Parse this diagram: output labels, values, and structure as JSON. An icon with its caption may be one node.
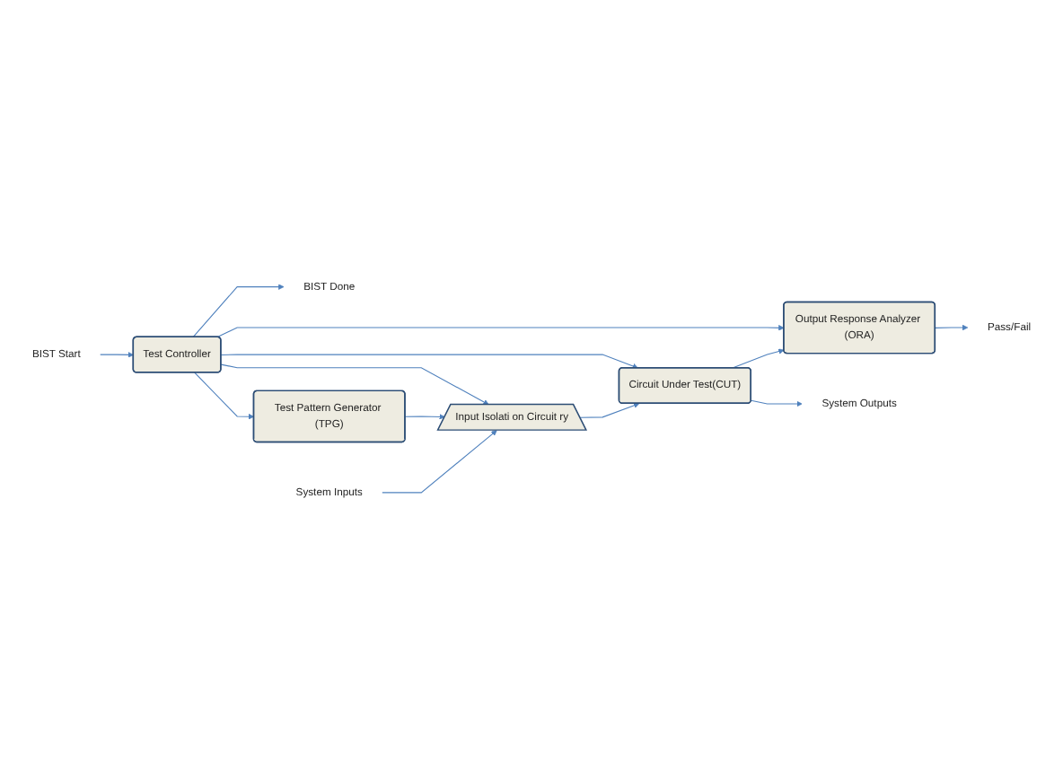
{
  "diagram": {
    "nodes": [
      {
        "text": [
          "BIST Start"
        ]
      },
      {
        "text": [
          "Test Controller"
        ]
      },
      {
        "text": [
          "BIST Done"
        ]
      },
      {
        "text": [
          "Test Pattern Generator (TPG)"
        ]
      },
      {
        "text": [
          "Output Response Analyzer (ORA)"
        ]
      },
      {
        "text": [
          "Pass/Fail"
        ]
      },
      {
        "text": [
          "Input Isolati on Circuit ry"
        ]
      },
      {
        "text": [
          "Circuit Under Test(CUT)"
        ]
      },
      {
        "text": [
          "System Outputs"
        ]
      },
      {
        "text": [
          "System Inputs"
        ]
      }
    ],
    "edges": [
      {
        "from": 0,
        "to": 1,
        "arrow": "to"
      },
      {
        "from": 1,
        "to": 2,
        "arrow": "to"
      },
      {
        "from": 1,
        "to": 3,
        "arrow": "to"
      },
      {
        "from": 1,
        "to": 4,
        "arrow": "to"
      },
      {
        "from": 4,
        "to": 5,
        "arrow": "to"
      },
      {
        "from": 1,
        "to": 6,
        "arrow": "to"
      },
      {
        "from": 1,
        "to": 7,
        "arrow": "to"
      },
      {
        "from": 3,
        "to": 6,
        "arrow": "to"
      },
      {
        "from": 9,
        "to": 6,
        "arrow": "to"
      },
      {
        "from": 6,
        "to": 7,
        "arrow": "to"
      },
      {
        "from": 7,
        "to": 8,
        "arrow": "to"
      },
      {
        "from": 7,
        "to": 4,
        "arrow": "to"
      }
    ]
  }
}
